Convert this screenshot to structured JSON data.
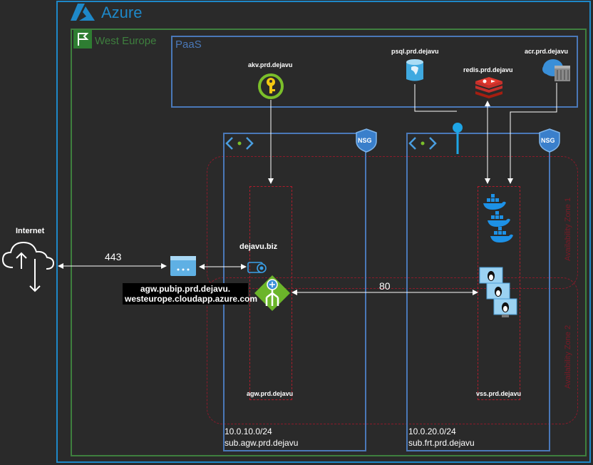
{
  "azure": {
    "title": "Azure"
  },
  "region": {
    "title": "West Europe"
  },
  "paas": {
    "title": "PaaS",
    "akv": "akv.prd.dejavu",
    "psql": "psql.prd.dejavu",
    "redis": "redis.prd.dejavu",
    "acr": "acr.prd.dejavu"
  },
  "internet": {
    "label": "Internet",
    "port": "443"
  },
  "agw": {
    "public_ip_label": "agw.pubip.prd.dejavu.",
    "public_dns": "westeurope.cloudapp.azure.com",
    "domain": "dejavu.biz",
    "pool_label": "agw.prd.dejavu",
    "backend_port": "80"
  },
  "vss": {
    "pool_label": "vss.prd.dejavu"
  },
  "subnets": {
    "agw": {
      "cidr": "10.0.10.0/24",
      "name": "sub.agw.prd.dejavu"
    },
    "frt": {
      "cidr": "10.0.20.0/24",
      "name": "sub.frt.prd.dejavu"
    }
  },
  "zones": {
    "zone1": "Availability Zone 1",
    "zone2": "Availability Zone 2"
  },
  "nsg": {
    "label": "NSG"
  },
  "colors": {
    "azure_border": "#1e88c8",
    "region_border": "#3e7f3e",
    "subnet_border": "#4a78b8",
    "zone_border": "#8b1a2a"
  }
}
